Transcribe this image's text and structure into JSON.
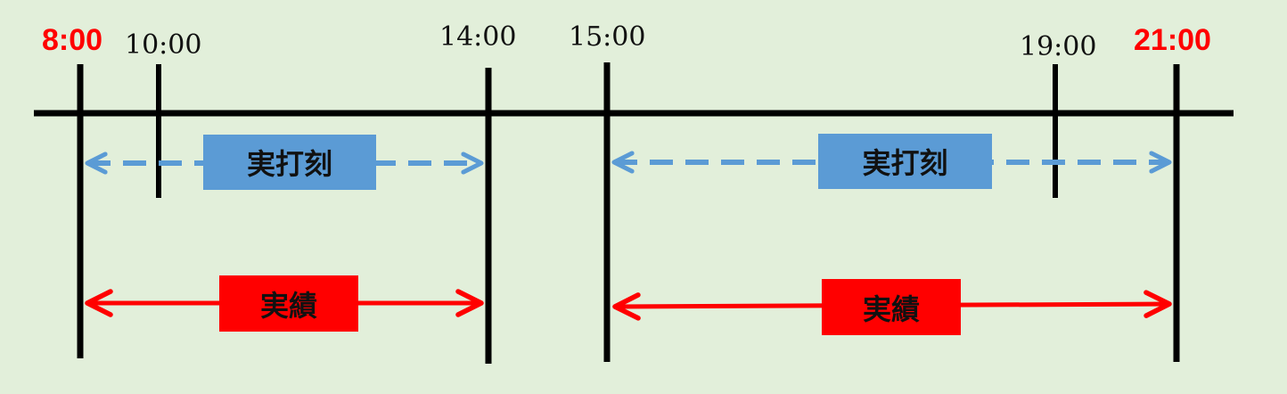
{
  "colors": {
    "background": "#e2efda",
    "axis": "#000000",
    "clock_in_arrow": "#5b9bd5",
    "actual_arrow": "#ff0000",
    "major_time": "#ff0000",
    "minor_time": "#111111"
  },
  "time_labels": {
    "t_0800": "8:00",
    "t_1000": "10:00",
    "t_1400": "14:00",
    "t_1500": "15:00",
    "t_1900": "19:00",
    "t_2100": "21:00"
  },
  "segments": [
    {
      "clock_in_label": "実打刻",
      "actual_label": "実績"
    },
    {
      "clock_in_label": "実打刻",
      "actual_label": "実績"
    }
  ]
}
